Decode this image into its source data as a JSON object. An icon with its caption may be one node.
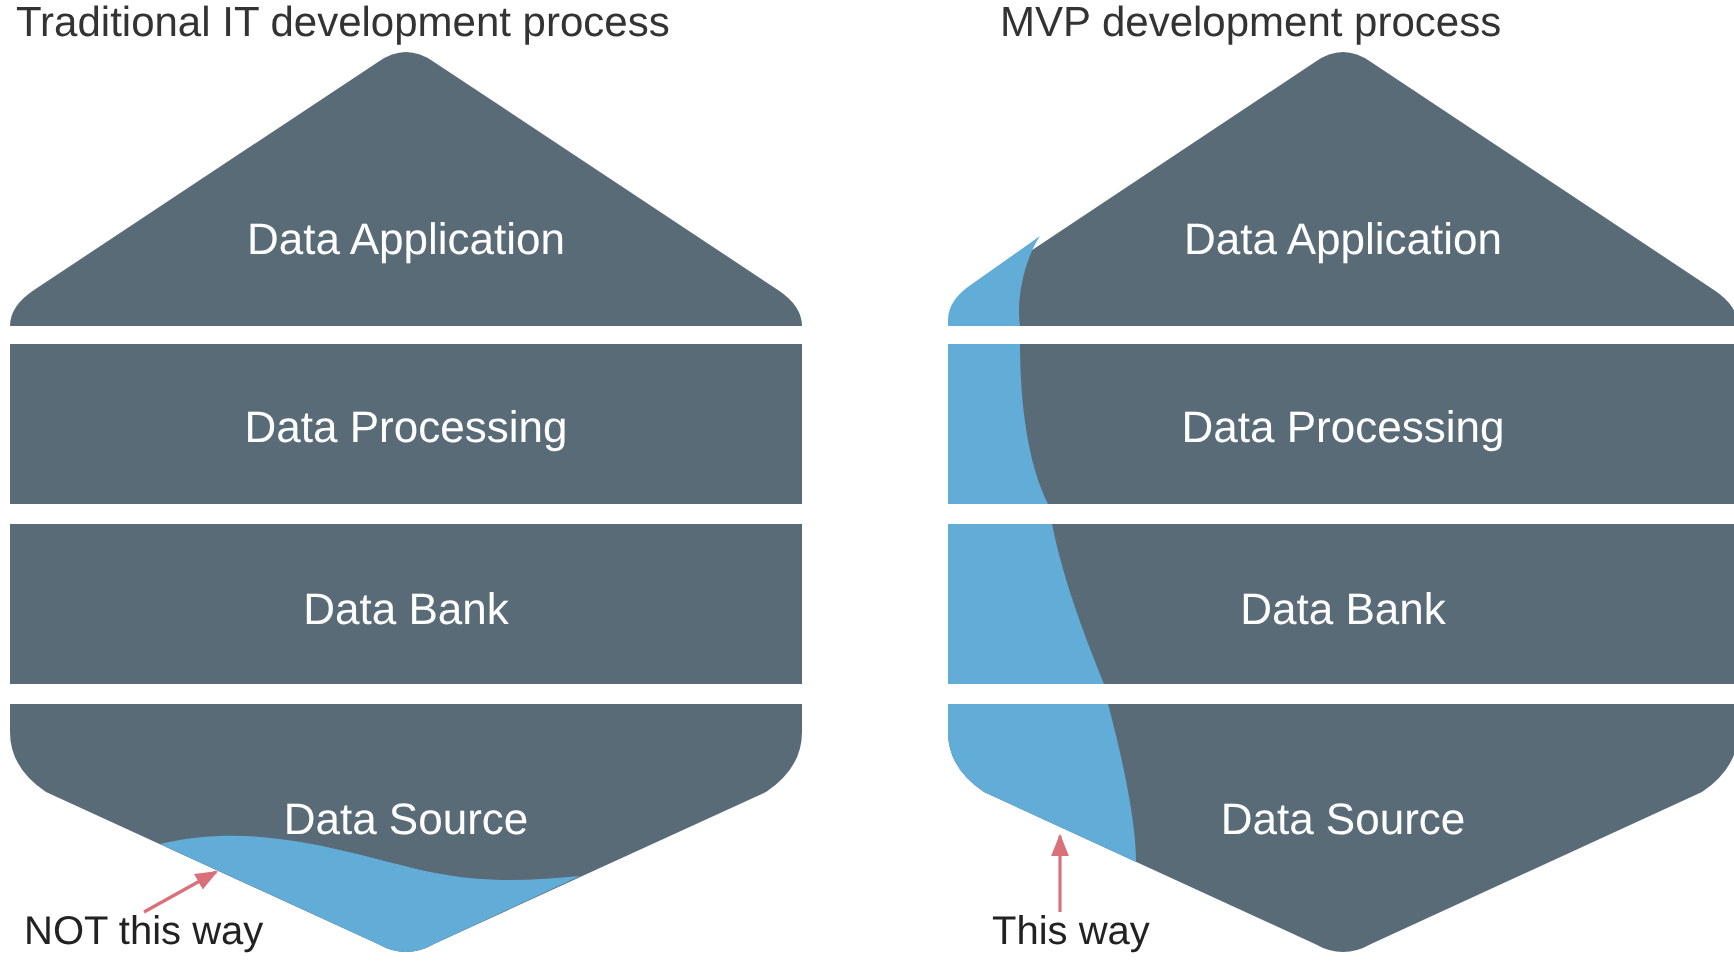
{
  "diagram": {
    "nodes": [
      {
        "text": [
          "Data Application"
        ]
      },
      {
        "text": [
          "Data Processing"
        ]
      },
      {
        "text": [
          "Data Bank"
        ]
      },
      {
        "text": [
          "Data Source"
        ]
      },
      {
        "text": [
          "NOT this way"
        ]
      },
      {
        "text": [
          "Data Application"
        ]
      },
      {
        "text": [
          "Data Processing"
        ]
      },
      {
        "text": [
          "Data Bank"
        ]
      },
      {
        "text": [
          "Data Source"
        ]
      },
      {
        "text": [
          "This way"
        ]
      }
    ],
    "edges": [
      {
        "from": 4,
        "to": 3,
        "arrow": "to"
      },
      {
        "from": 9,
        "to": 8,
        "arrow": "to"
      }
    ],
    "labels": [
      "Traditional IT development process",
      "MVP development process"
    ]
  }
}
